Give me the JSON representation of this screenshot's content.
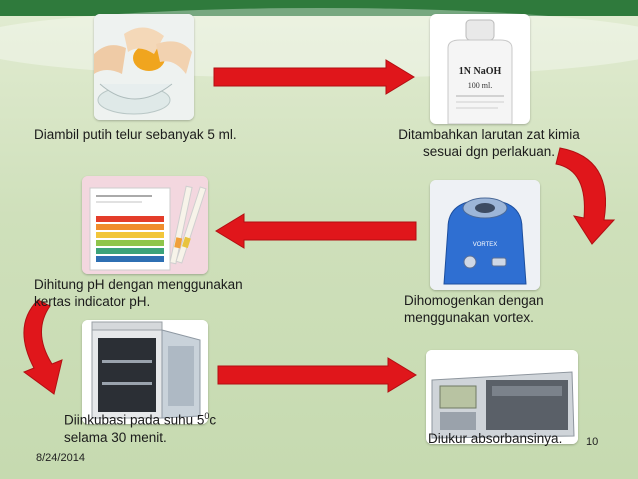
{
  "steps": {
    "s1": "Diambil putih telur sebanyak 5 ml.",
    "s2_line1": "Ditambahkan larutan zat kimia",
    "s2_line2": "sesuai dgn perlakuan.",
    "s3_line1": "Dihomogenkan dengan",
    "s3_line2": "menggunakan vortex.",
    "s4_line1": "Dihitung pH dengan menggunakan",
    "s4_line2": "kertas indicator pH.",
    "s5_line1": "Diinkubasi pada suhu 5",
    "s5_sup": "0",
    "s5_unit": "c",
    "s5_line2": "selama 30 menit.",
    "s6": "Diukur absorbansinya."
  },
  "bottle": {
    "label": "1N NaOH",
    "volume": "100 ml."
  },
  "vortex_label": "VORTEX",
  "footer": {
    "date": "8/24/2014",
    "page": "10"
  },
  "colors": {
    "arrow": "#e0161b",
    "accent": "#2f7a3c"
  }
}
